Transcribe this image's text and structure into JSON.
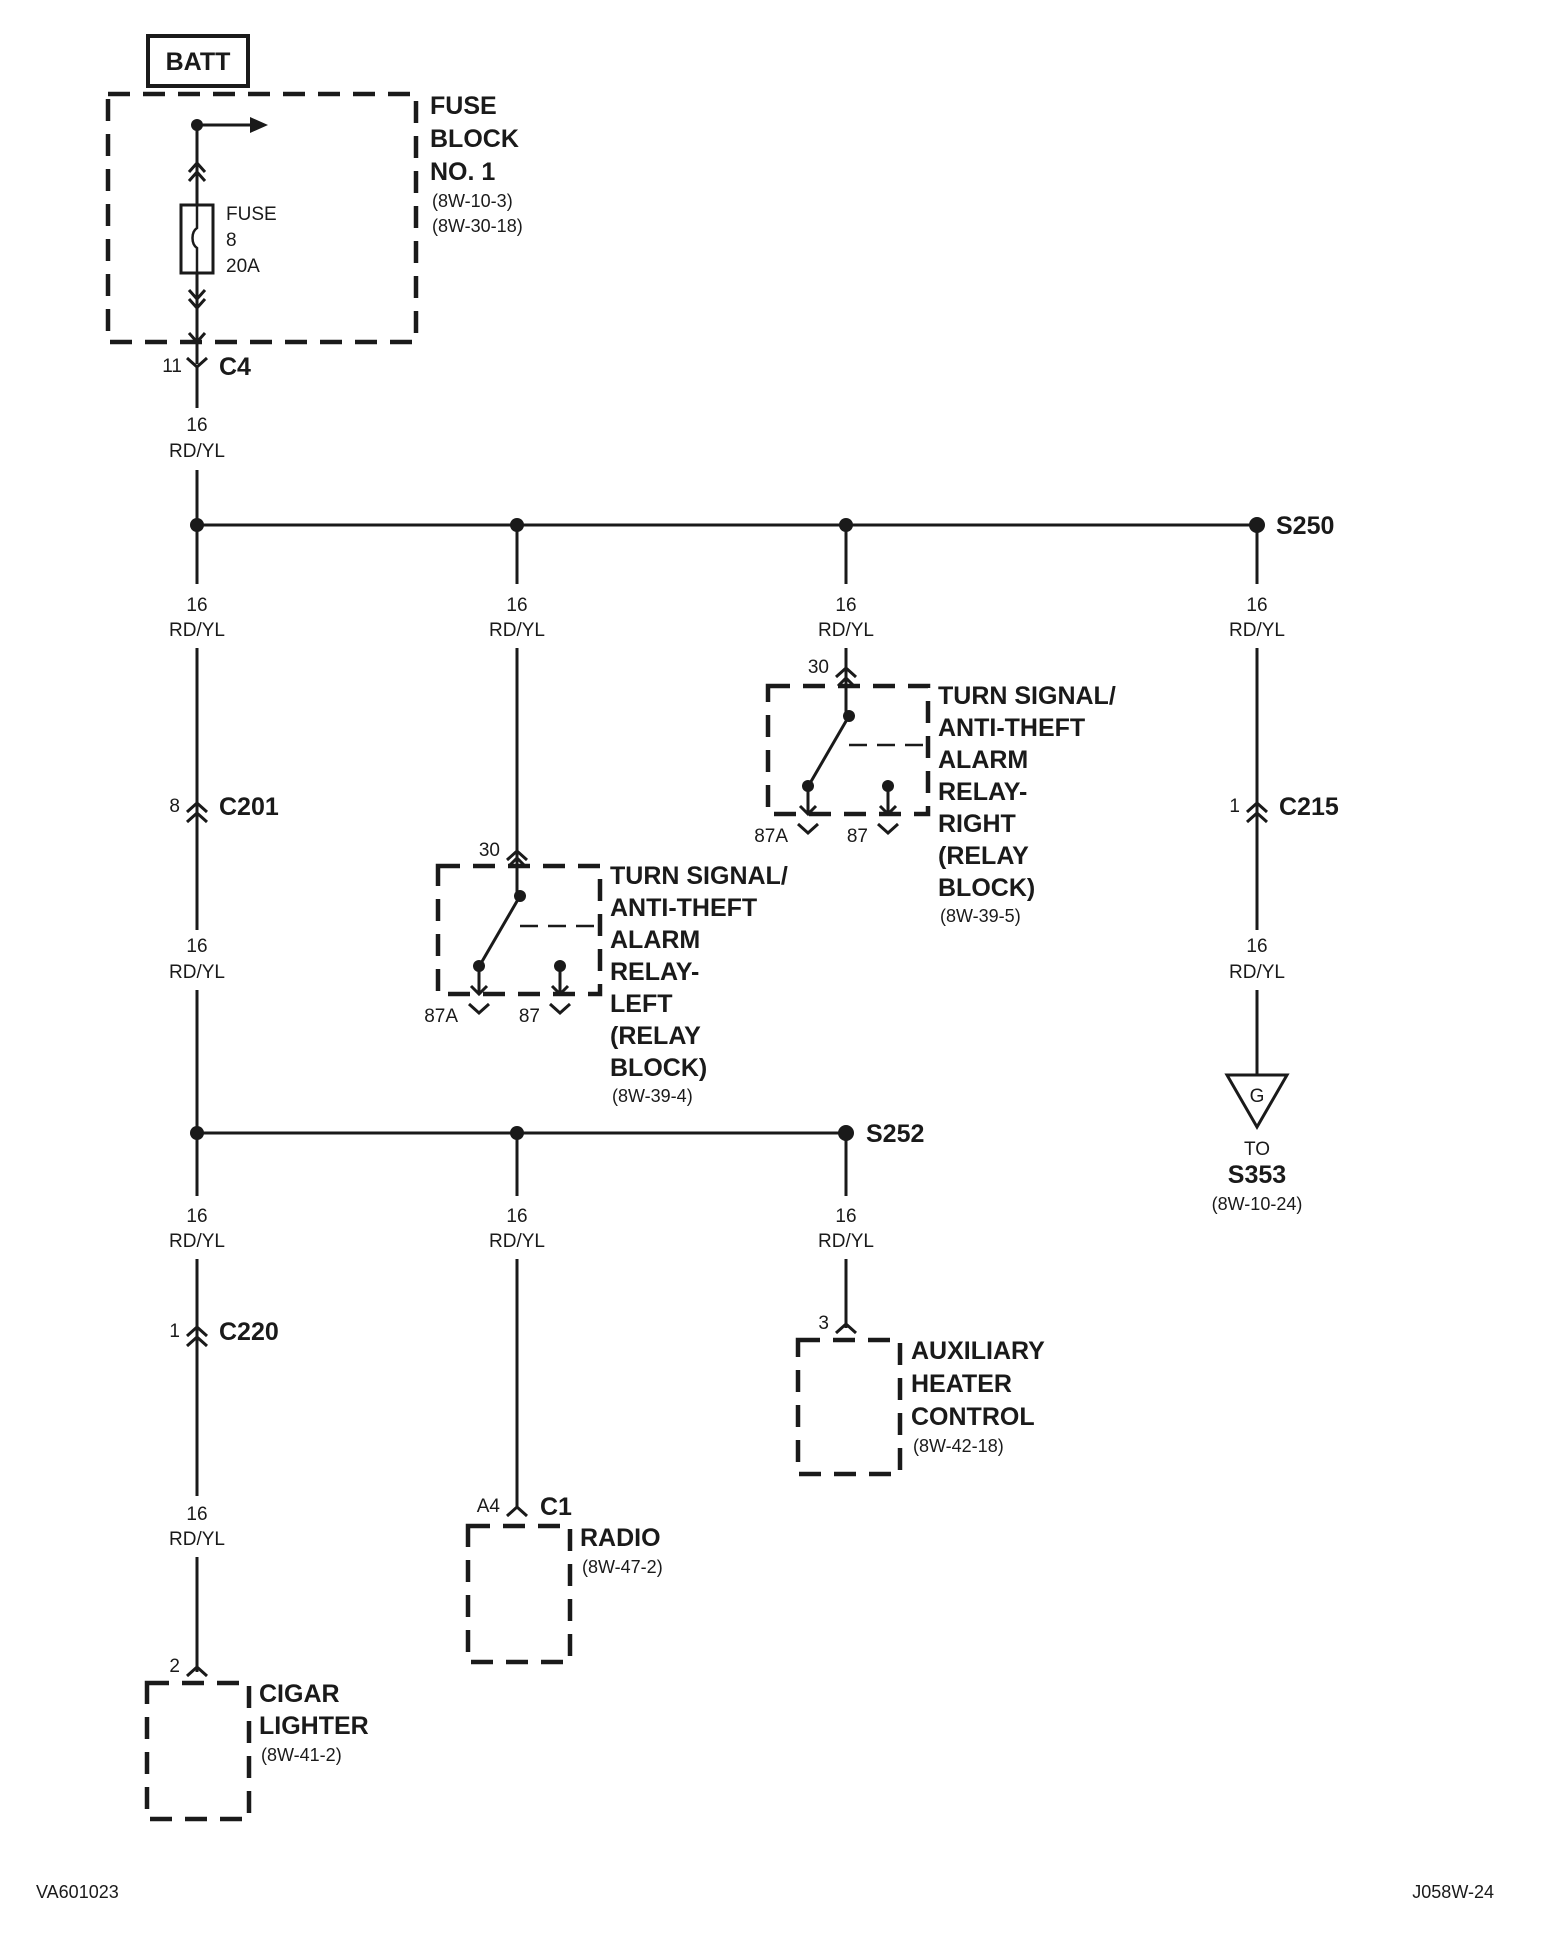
{
  "battery": {
    "label": "BATT"
  },
  "fuse_block": {
    "title": [
      "FUSE",
      "BLOCK",
      "NO. 1"
    ],
    "refs": [
      "(8W-10-3)",
      "(8W-30-18)"
    ],
    "fuse": [
      "FUSE",
      "8",
      "20A"
    ]
  },
  "connectors": {
    "c4": {
      "name": "C4",
      "pin": "11"
    },
    "c201": {
      "name": "C201",
      "pin": "8"
    },
    "c215": {
      "name": "C215",
      "pin": "1"
    },
    "c220": {
      "name": "C220",
      "pin": "1"
    },
    "c1": {
      "name": "C1",
      "pin": "A4"
    }
  },
  "wire": {
    "gauge": "16",
    "color": "RD/YL"
  },
  "splices": {
    "s250": "S250",
    "s252": "S252"
  },
  "relay_right": {
    "title": [
      "TURN SIGNAL/",
      "ANTI-THEFT",
      "ALARM",
      "RELAY-",
      "RIGHT",
      "(RELAY",
      "BLOCK)"
    ],
    "ref": "(8W-39-5)",
    "pins": {
      "p30": "30",
      "p87a": "87A",
      "p87": "87"
    }
  },
  "relay_left": {
    "title": [
      "TURN SIGNAL/",
      "ANTI-THEFT",
      "ALARM",
      "RELAY-",
      "LEFT",
      "(RELAY",
      "BLOCK)"
    ],
    "ref": "(8W-39-4)",
    "pins": {
      "p30": "30",
      "p87a": "87A",
      "p87": "87"
    }
  },
  "ground_tag": {
    "letter": "G",
    "to": "TO",
    "name": "S353",
    "ref": "(8W-10-24)"
  },
  "aux_heater": {
    "pin": "3",
    "title": [
      "AUXILIARY",
      "HEATER",
      "CONTROL"
    ],
    "ref": "(8W-42-18)"
  },
  "radio": {
    "title": "RADIO",
    "ref": "(8W-47-2)"
  },
  "cigar_lighter": {
    "pin": "2",
    "title": [
      "CIGAR",
      "LIGHTER"
    ],
    "ref": "(8W-41-2)"
  },
  "footer": {
    "left": "VA601023",
    "right": "J058W-24"
  }
}
